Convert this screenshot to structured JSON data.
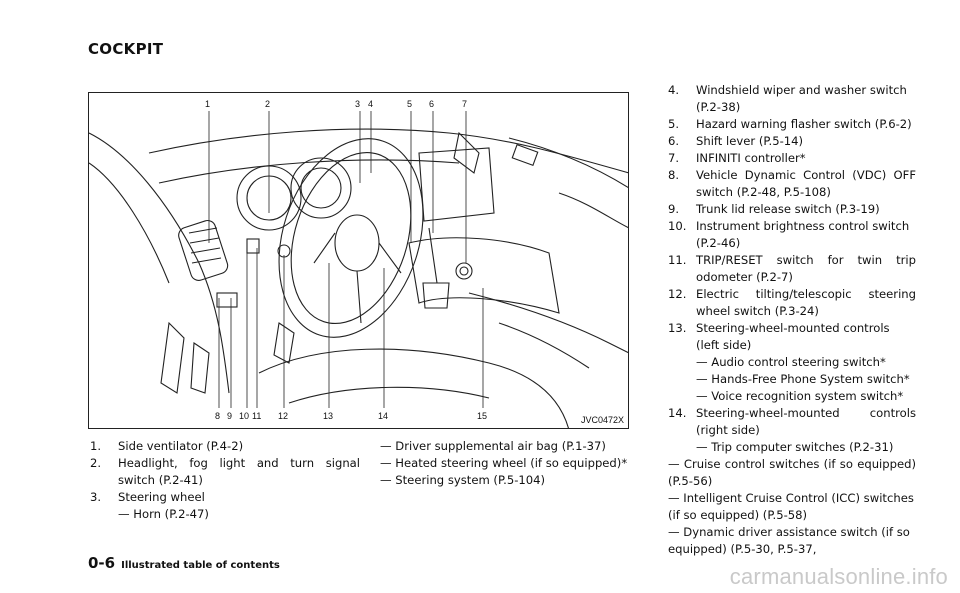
{
  "section_title": "COCKPIT",
  "figure": {
    "code": "JVC0472X",
    "callouts": [
      "1",
      "2",
      "3",
      "4",
      "5",
      "6",
      "7",
      "8",
      "9",
      "10",
      "11",
      "12",
      "13",
      "14",
      "15"
    ]
  },
  "items": [
    {
      "num": "1.",
      "text": "Side ventilator (P.4-2)"
    },
    {
      "num": "2.",
      "text": "Headlight, fog light and turn signal switch (P.2-41)"
    },
    {
      "num": "3.",
      "text": "Steering wheel",
      "subs": [
        "— Horn (P.2-47)",
        "— Driver supplemental air bag (P.1-37)",
        "— Heated steering wheel (if so equipped)*",
        "— Steering system (P.5-104)"
      ]
    },
    {
      "num": "4.",
      "text": "Windshield wiper and washer switch (P.2-38)"
    },
    {
      "num": "5.",
      "text": "Hazard warning flasher switch (P.6-2)"
    },
    {
      "num": "6.",
      "text": "Shift lever (P.5-14)"
    },
    {
      "num": "7.",
      "text": "INFINITI controller*"
    },
    {
      "num": "8.",
      "text": "Vehicle Dynamic Control (VDC) OFF switch (P.2-48, P.5-108)"
    },
    {
      "num": "9.",
      "text": "Trunk lid release switch (P.3-19)"
    },
    {
      "num": "10.",
      "text": "Instrument brightness control switch (P.2-46)"
    },
    {
      "num": "11.",
      "text": "TRIP/RESET switch for twin trip odometer (P.2-7)"
    },
    {
      "num": "12.",
      "text": "Electric tilting/telescopic steering wheel switch (P.3-24)"
    },
    {
      "num": "13.",
      "text": "Steering-wheel-mounted controls (left side)",
      "subs": [
        "— Audio control steering switch*",
        "— Hands-Free Phone System switch*",
        "— Voice recognition system switch*"
      ]
    },
    {
      "num": "14.",
      "text": "Steering-wheel-mounted controls (right side)",
      "subs": [
        "— Trip computer switches (P.2-31)",
        "— Cruise control switches (if so equipped) (P.5-56)",
        "— Intelligent Cruise Control (ICC) switches (if so equipped) (P.5-58)",
        "— Dynamic driver assistance switch (if so equipped) (P.5-30, P.5-37,"
      ]
    }
  ],
  "footer": {
    "page": "0-6",
    "title": "Illustrated table of contents"
  },
  "watermark": "carmanualsonline.info"
}
